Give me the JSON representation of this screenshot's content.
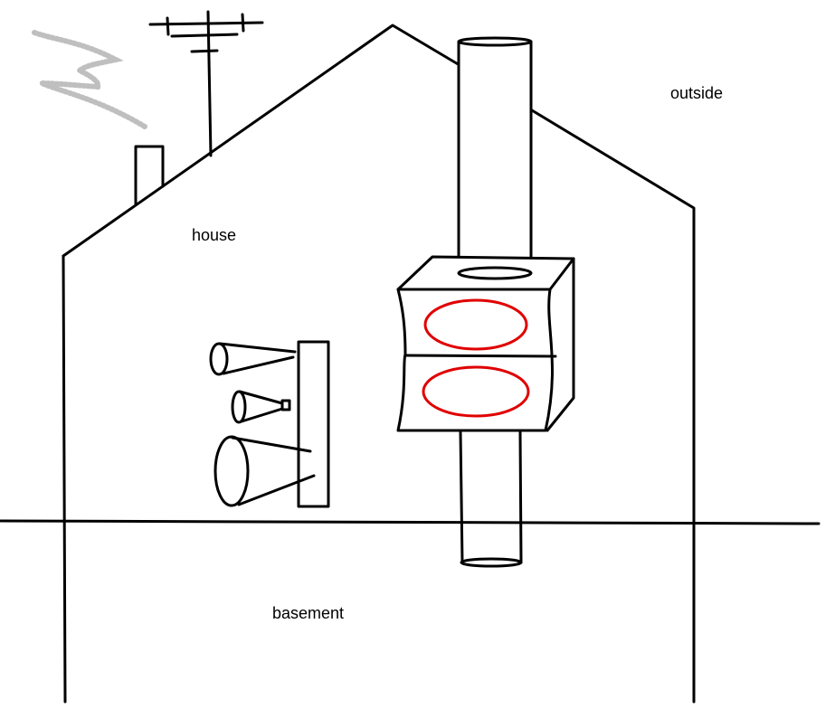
{
  "labels": {
    "outside": "outside",
    "house": "house",
    "basement": "basement"
  },
  "colors": {
    "ink": "#000000",
    "hot_element": "#e00000",
    "smoke": "#b4b4b4",
    "background": "#ffffff"
  }
}
